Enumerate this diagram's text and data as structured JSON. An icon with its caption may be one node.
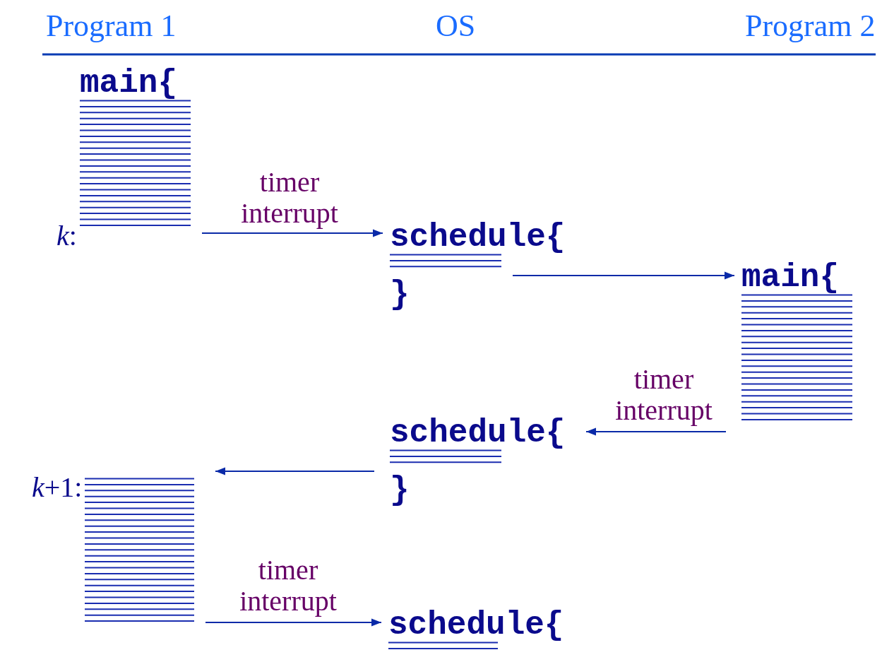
{
  "diagram": {
    "nodes": [
      {
        "text": [
          "main{"
        ],
        "beside": [
          "*k*:"
        ]
      },
      {
        "text": [
          "schedule{",
          "}"
        ]
      },
      {
        "text": [
          "main{"
        ]
      },
      {
        "text": [
          "schedule{",
          "}"
        ]
      },
      {
        "text": [],
        "shape": "box",
        "beside": [
          "*k*+1:"
        ]
      },
      {
        "text": [
          "schedule{"
        ]
      }
    ],
    "edges": [
      {
        "from": 0,
        "to": 1,
        "arrow": "to",
        "label": "timer interrupt"
      },
      {
        "from": 1,
        "to": 2,
        "arrow": "to"
      },
      {
        "from": 2,
        "to": 3,
        "arrow": "to",
        "label": "timer interrupt"
      },
      {
        "from": 3,
        "to": 4,
        "arrow": "to"
      },
      {
        "from": 4,
        "to": 5,
        "arrow": "to",
        "label": "timer interrupt"
      }
    ],
    "labels": [
      "Program 1",
      "OS",
      "Program 2"
    ]
  }
}
